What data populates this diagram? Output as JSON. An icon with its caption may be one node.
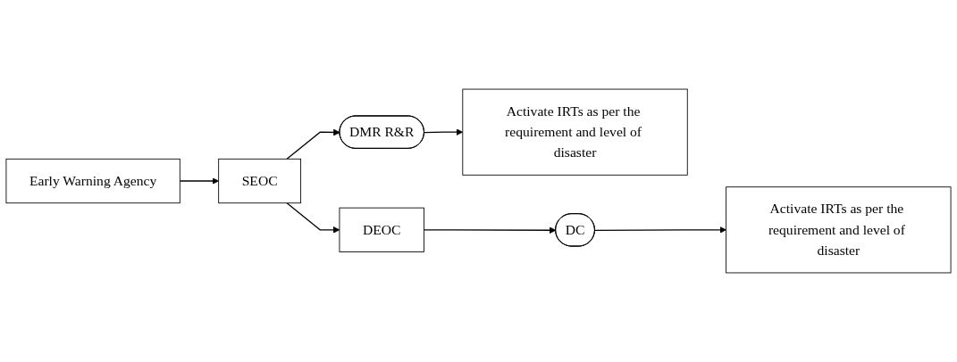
{
  "diagram": {
    "nodes": [
      {
        "text": [
          "Early Warning Agency"
        ]
      },
      {
        "text": [
          "SEOC"
        ]
      },
      {
        "text": [
          "DMR R&R"
        ]
      },
      {
        "text": [
          "Activate IRTs as per the requirement and level of disaster"
        ]
      },
      {
        "text": [
          "DEOC"
        ]
      },
      {
        "text": [
          "DC"
        ]
      },
      {
        "text": [
          "Activate IRTs as per the requirement and level of disaster"
        ]
      }
    ],
    "edges": [
      {
        "from": 0,
        "to": 1,
        "arrow": "to"
      },
      {
        "from": 1,
        "to": 2,
        "arrow": "to"
      },
      {
        "from": 2,
        "to": 3,
        "arrow": "to"
      },
      {
        "from": 1,
        "to": 4,
        "arrow": "to"
      },
      {
        "from": 4,
        "to": 5,
        "arrow": "to"
      },
      {
        "from": 5,
        "to": 6,
        "arrow": "to"
      }
    ]
  }
}
